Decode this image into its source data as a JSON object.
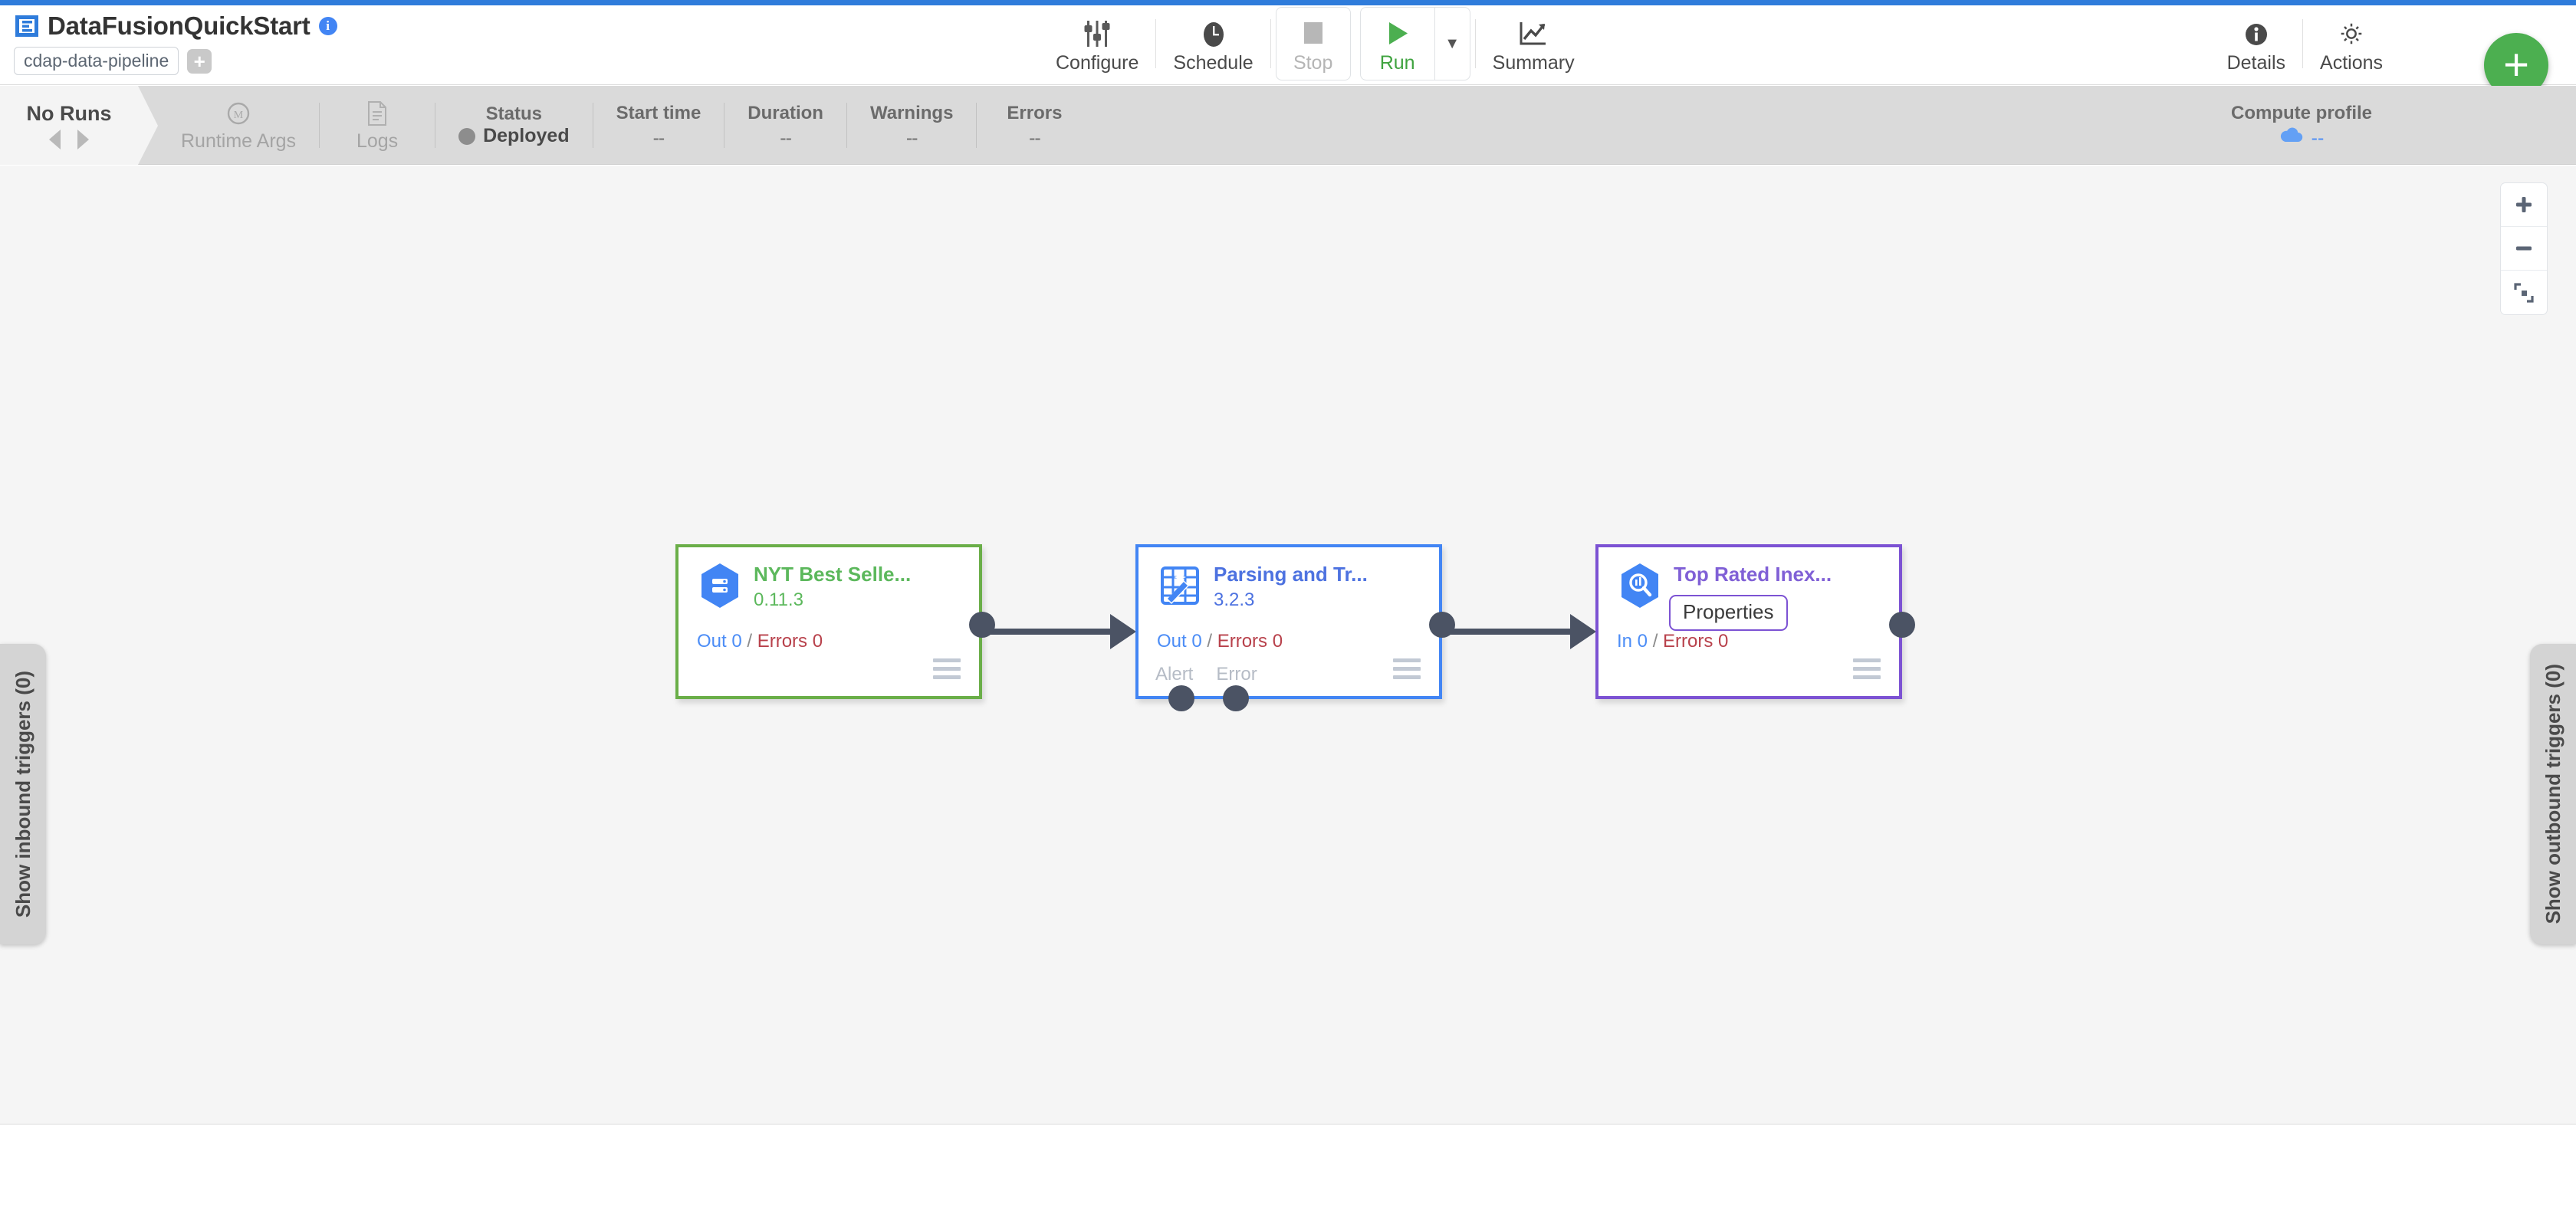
{
  "header": {
    "brand_icon": "pipeline-logo-icon",
    "pipeline_name": "DataFusionQuickStart",
    "info_icon": "info-icon",
    "artifact_label": "cdap-data-pipeline",
    "add_artifact_label": "+"
  },
  "toolbar": {
    "configure_label": "Configure",
    "schedule_label": "Schedule",
    "stop_label": "Stop",
    "run_label": "Run",
    "run_caret_label": "▼",
    "summary_label": "Summary",
    "details_label": "Details",
    "actions_label": "Actions",
    "fab_label": "+"
  },
  "runbar": {
    "no_runs_label": "No Runs",
    "runtime_args_label": "Runtime Args",
    "logs_label": "Logs",
    "status_label": "Status",
    "status_value": "Deployed",
    "start_time_label": "Start time",
    "start_time_value": "--",
    "duration_label": "Duration",
    "duration_value": "--",
    "warnings_label": "Warnings",
    "warnings_value": "--",
    "errors_label": "Errors",
    "errors_value": "--",
    "compute_profile_label": "Compute profile",
    "compute_profile_value": "--"
  },
  "canvas": {
    "zoom_in_label": "+",
    "zoom_out_label": "–",
    "fit_label": "fit-to-screen-icon",
    "inbound_triggers_label": "Show inbound triggers (0)",
    "outbound_triggers_label": "Show outbound triggers (0)"
  },
  "nodes": [
    {
      "name": "NYT Best Selle...",
      "version": "0.11.3",
      "icon": "bigquery-source-icon",
      "metrics_in_label": "Out 0",
      "metrics_sep": "/",
      "metrics_err_label": "Errors 0",
      "accent": "#6aae48"
    },
    {
      "name": "Parsing and Tr...",
      "version": "3.2.3",
      "icon": "wrangler-transform-icon",
      "metrics_in_label": "Out 0",
      "metrics_sep": "/",
      "metrics_err_label": "Errors 0",
      "port_alert_label": "Alert",
      "port_error_label": "Error",
      "accent": "#4285f4"
    },
    {
      "name": "Top Rated Inex...",
      "version": "",
      "icon": "bigquery-sink-icon",
      "tooltip_label": "Properties",
      "metrics_in_label": "In 0",
      "metrics_sep": "/",
      "metrics_err_label": "Errors 0",
      "accent": "#7c52d3"
    }
  ]
}
